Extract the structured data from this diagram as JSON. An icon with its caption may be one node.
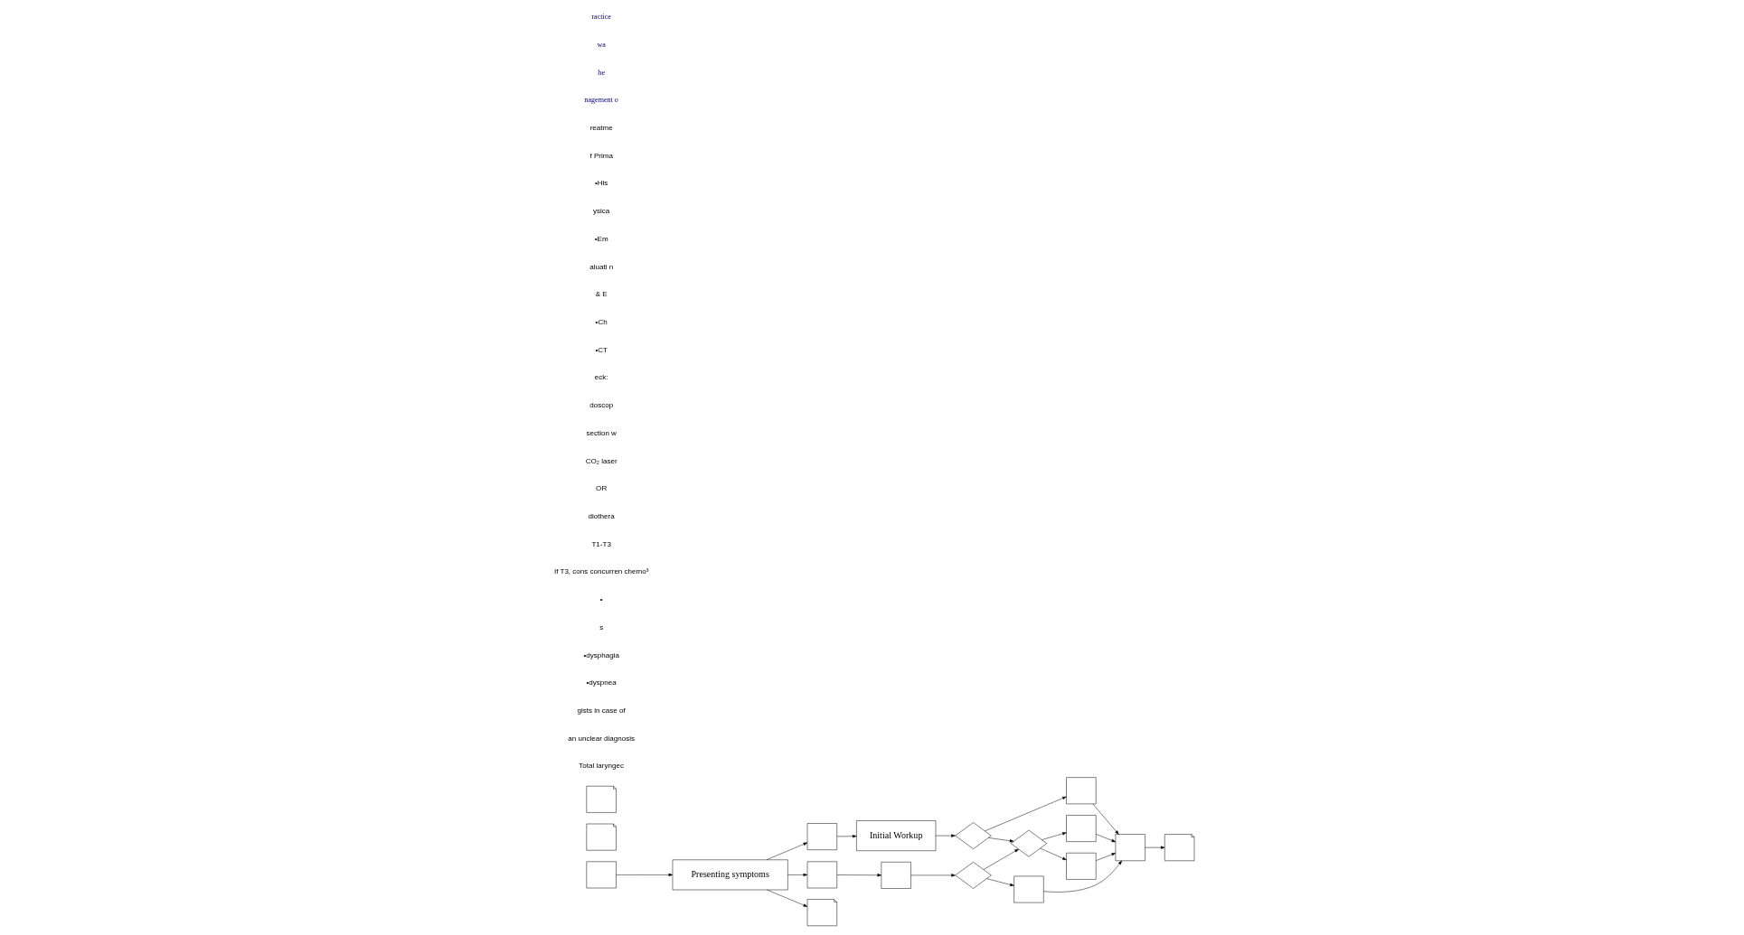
{
  "diagram": {
    "nodes": [
      {
        "text": [],
        "shape": "box"
      },
      {
        "text": [
          "Presenting symptoms"
        ]
      },
      {
        "text": [],
        "shape": "box"
      },
      {
        "text": [
          "Initial Workup"
        ]
      },
      {
        "text": [],
        "shape": "document"
      },
      {
        "text": [],
        "shape": "diamond"
      },
      {
        "text": [],
        "shape": "box"
      },
      {
        "text": [],
        "shape": "box"
      },
      {
        "text": [],
        "shape": "box"
      },
      {
        "text": [],
        "shape": "box"
      },
      {
        "text": [],
        "shape": "diamond"
      },
      {
        "text": [],
        "shape": "diamond"
      },
      {
        "text": [],
        "shape": "box"
      },
      {
        "text": [],
        "shape": "box"
      },
      {
        "text": [],
        "shape": "box"
      },
      {
        "text": [],
        "shape": "document"
      },
      {
        "text": [],
        "shape": "document"
      },
      {
        "text": [],
        "shape": "document"
      }
    ],
    "edges": [
      {
        "from": 0,
        "to": 1,
        "arrow": "to"
      },
      {
        "from": 1,
        "to": 2,
        "arrow": "to"
      },
      {
        "from": 1,
        "to": 8,
        "arrow": "to"
      },
      {
        "from": 1,
        "to": 16,
        "arrow": "to"
      },
      {
        "from": 2,
        "to": 3,
        "arrow": "to"
      },
      {
        "from": 3,
        "to": 5,
        "arrow": "to"
      },
      {
        "from": 5,
        "to": 6,
        "arrow": "to"
      },
      {
        "from": 5,
        "to": 11,
        "arrow": "to"
      },
      {
        "from": 8,
        "to": 9,
        "arrow": "to"
      },
      {
        "from": 9,
        "to": 10,
        "arrow": "to"
      },
      {
        "from": 10,
        "to": 12,
        "arrow": "to"
      },
      {
        "from": 10,
        "to": 11,
        "arrow": "to"
      },
      {
        "from": 11,
        "to": 13,
        "arrow": "to"
      },
      {
        "from": 11,
        "to": 14,
        "arrow": "to"
      },
      {
        "from": 6,
        "to": 7,
        "arrow": "to"
      },
      {
        "from": 12,
        "to": 7,
        "arrow": "to"
      },
      {
        "from": 13,
        "to": 7,
        "arrow": "to"
      },
      {
        "from": 14,
        "to": 7,
        "arrow": "to"
      },
      {
        "from": 7,
        "to": 15,
        "arrow": "to"
      }
    ],
    "labels": [
      "ractice",
      "wa",
      "he",
      "nagement o",
      "reatme",
      "f Prima",
      "•His",
      "ysica",
      "•Em",
      "aluati n",
      "& E",
      "•Ch",
      "•CT",
      "eck:",
      "doscop",
      "section w",
      "CO₂ laser",
      "OR",
      "diothera",
      "T1-T3",
      "If T3, cons concurren chemo³",
      "•",
      "s",
      "•dysphagia",
      "•dyspnea",
      "gists in case of",
      "an unclear diagnosis",
      "Total laryngec"
    ]
  }
}
